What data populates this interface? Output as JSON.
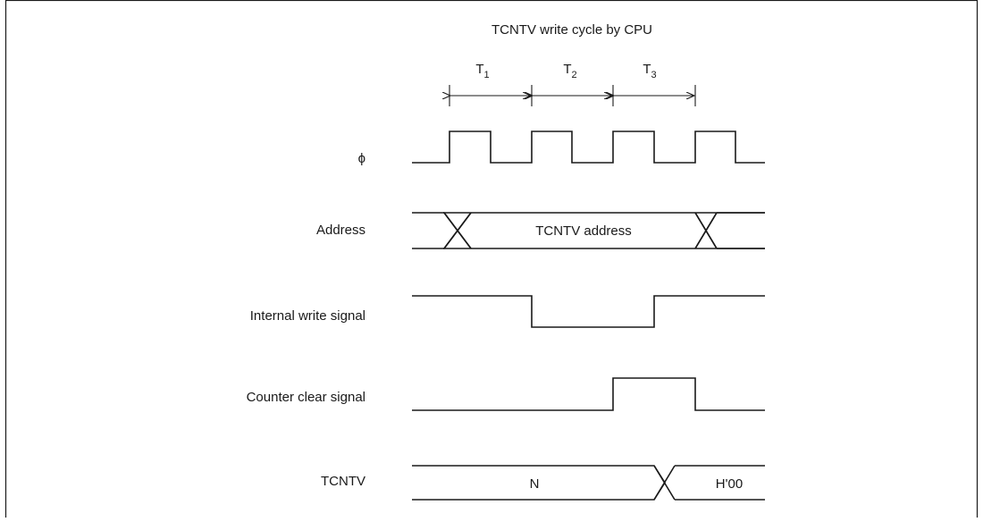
{
  "title": "TCNTV write cycle by CPU",
  "periods": [
    {
      "main": "T",
      "sub": "1"
    },
    {
      "main": "T",
      "sub": "2"
    },
    {
      "main": "T",
      "sub": "3"
    }
  ],
  "signals": {
    "clock": {
      "label": "ϕ"
    },
    "address": {
      "label": "Address",
      "value": "TCNTV address"
    },
    "write": {
      "label": "Internal write signal"
    },
    "clear": {
      "label": "Counter clear signal"
    },
    "tcntv": {
      "label": "TCNTV",
      "value_before": "N",
      "value_after": "H'00"
    }
  }
}
